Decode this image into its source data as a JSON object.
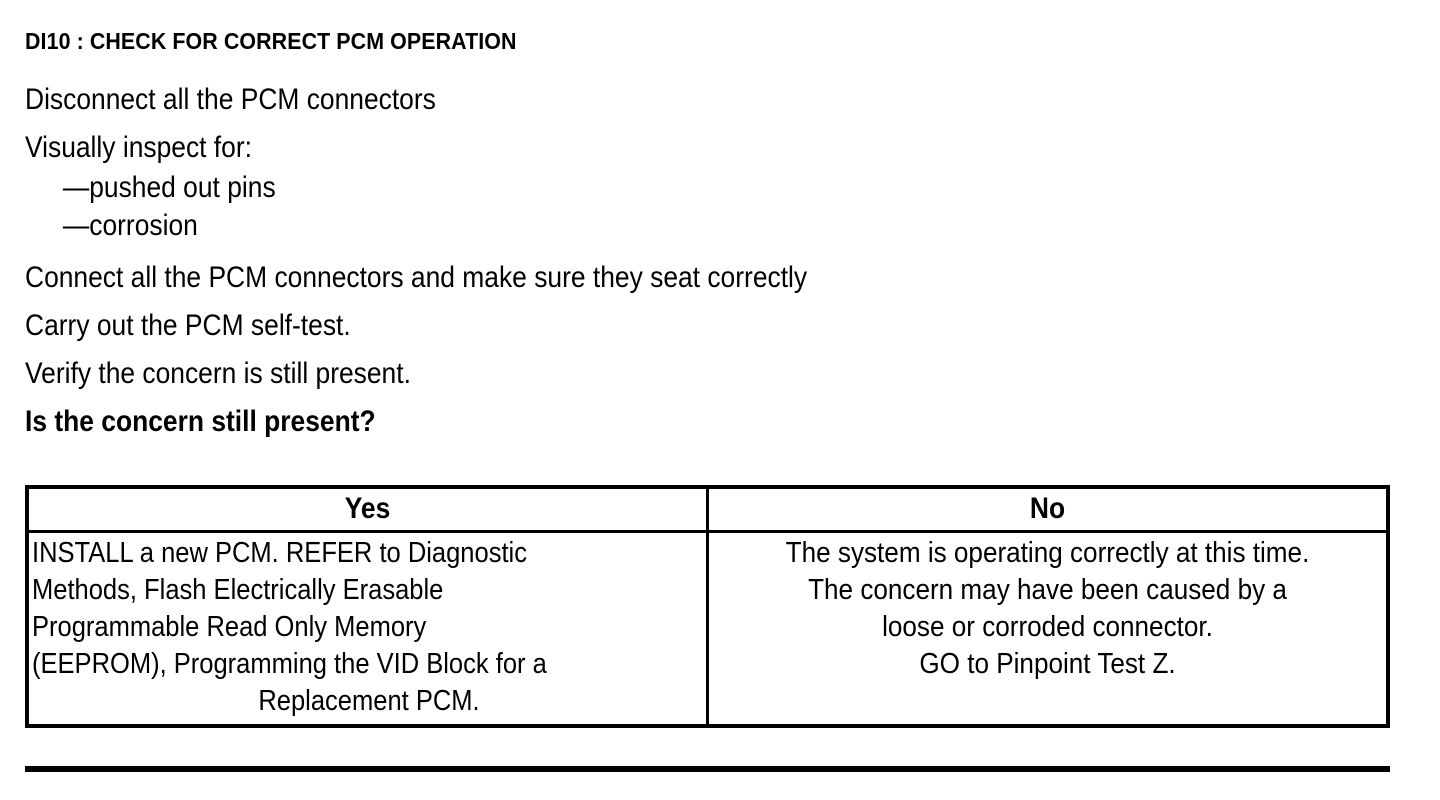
{
  "document": {
    "step_id": "DI10",
    "title": "DI10 : CHECK FOR CORRECT PCM OPERATION",
    "instructions": [
      "Disconnect all the PCM connectors",
      "Visually inspect for:",
      "—pushed out pins",
      "—corrosion",
      "Connect all the PCM connectors and make sure they seat correctly",
      "Carry out the PCM self-test.",
      "Verify the concern is still present.",
      "Is the concern still present?"
    ],
    "question": "Is the concern still present?",
    "table": {
      "headers": [
        "Yes",
        "No"
      ],
      "yes_cell": {
        "lines": [
          "INSTALL a new PCM. REFER to Diagnostic",
          "Methods, Flash Electrically Erasable",
          "Programmable Read Only Memory",
          "(EEPROM), Programming the VID Block for a",
          "Replacement PCM."
        ],
        "full_text": "INSTALL a new PCM. REFER to Diagnostic Methods, Flash Electrically Erasable Programmable Read Only Memory (EEPROM), Programming the VID Block for a Replacement PCM."
      },
      "no_cell": {
        "lines": [
          "The system is operating correctly at this time.",
          "The concern may have been caused by a",
          "loose or corroded connector.",
          "GO to Pinpoint Test Z."
        ],
        "full_text": "The system is operating correctly at this time. The concern may have been caused by a loose or corroded connector. GO to Pinpoint Test Z."
      }
    },
    "colors": {
      "text": "#000000",
      "background": "#ffffff",
      "rule": "#000000"
    }
  }
}
